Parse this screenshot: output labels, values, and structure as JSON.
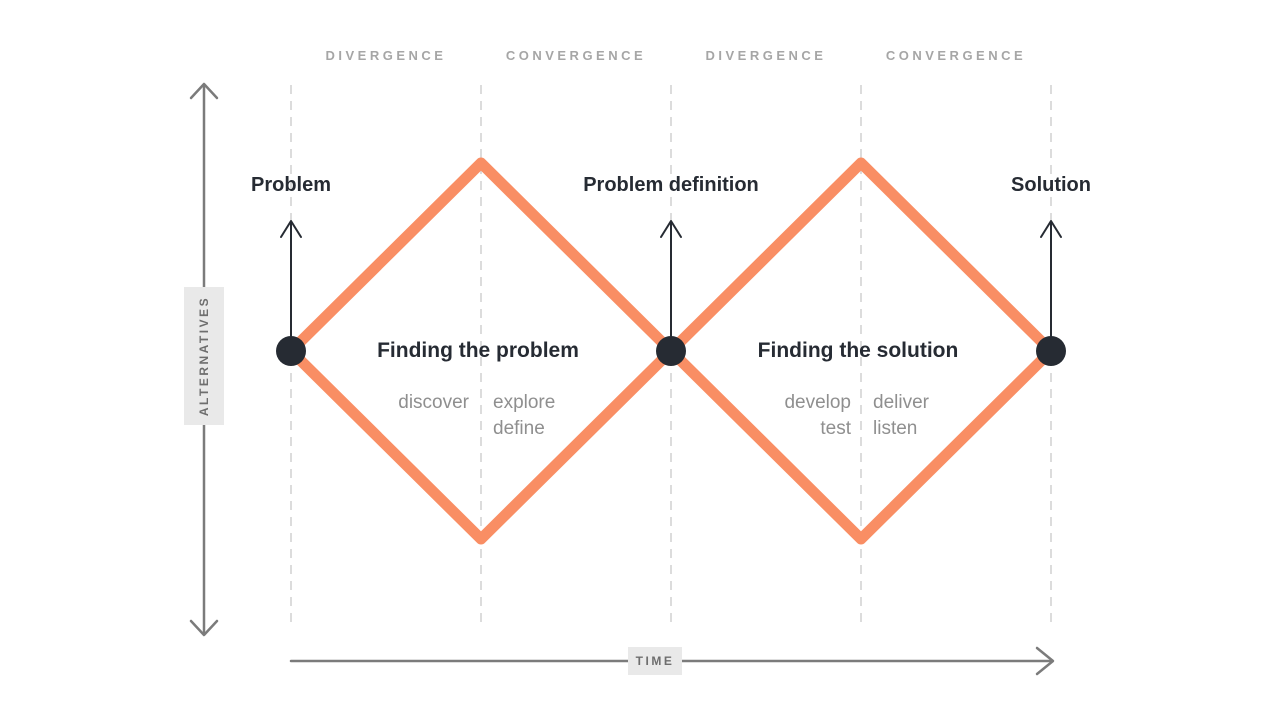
{
  "phases": [
    {
      "label": "DIVERGENCE"
    },
    {
      "label": "CONVERGENCE"
    },
    {
      "label": "DIVERGENCE"
    },
    {
      "label": "CONVERGENCE"
    }
  ],
  "milestones": [
    {
      "label": "Problem"
    },
    {
      "label": "Problem definition"
    },
    {
      "label": "Solution"
    }
  ],
  "diamonds": [
    {
      "title": "Finding the problem",
      "left_terms": [
        "discover"
      ],
      "right_terms": [
        "explore",
        "define"
      ]
    },
    {
      "title": "Finding the solution",
      "left_terms": [
        "develop",
        "test"
      ],
      "right_terms": [
        "deliver",
        "listen"
      ]
    }
  ],
  "axes": {
    "vertical_label": "ALTERNATIVES",
    "horizontal_label": "TIME"
  },
  "colors": {
    "diamond_stroke": "#F98E64",
    "milestone_dot": "#262B33",
    "heading_text": "#262B33",
    "term_text": "#8F8F8F",
    "phase_text": "#A6A6A6",
    "axis_line": "#7B7B7B",
    "gridline": "#DCDCDC",
    "axis_tag_bg": "#E9E9E9",
    "axis_tag_text": "#6E6E6E",
    "background": "#FFFFFF"
  }
}
